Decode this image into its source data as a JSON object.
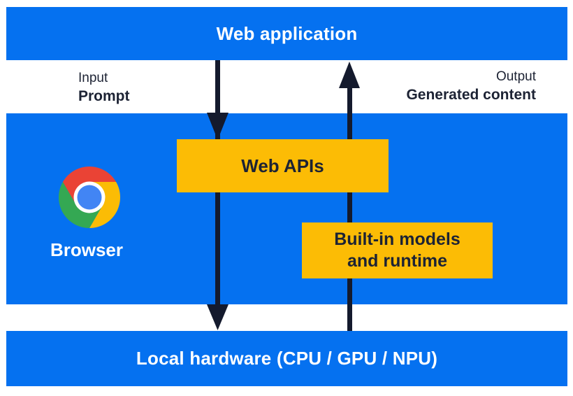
{
  "title_bar": {
    "label": "Web application"
  },
  "flow_labels": {
    "input_caption": "Input",
    "input_value": "Prompt",
    "output_caption": "Output",
    "output_value": "Generated content"
  },
  "browser": {
    "label": "Browser",
    "icon": "chrome-icon"
  },
  "boxes": {
    "web_apis": {
      "label": "Web APIs"
    },
    "built_in": {
      "line1": "Built-in models",
      "line2": "and runtime"
    }
  },
  "hardware_bar": {
    "label": "Local hardware (CPU / GPU / NPU)"
  },
  "arrows": {
    "down": {
      "direction": "down"
    },
    "up": {
      "direction": "up"
    }
  },
  "colors": {
    "blue": "#0571f0",
    "yellow": "#fcbc05",
    "dark": "#141a2d",
    "text_dark": "#1d2334",
    "white": "#ffffff"
  },
  "chrome_icon": {
    "red": "#ea4335",
    "yellow": "#fbbc05",
    "green": "#34a853",
    "blue": "#4285f4",
    "ring": "#ffffff"
  }
}
